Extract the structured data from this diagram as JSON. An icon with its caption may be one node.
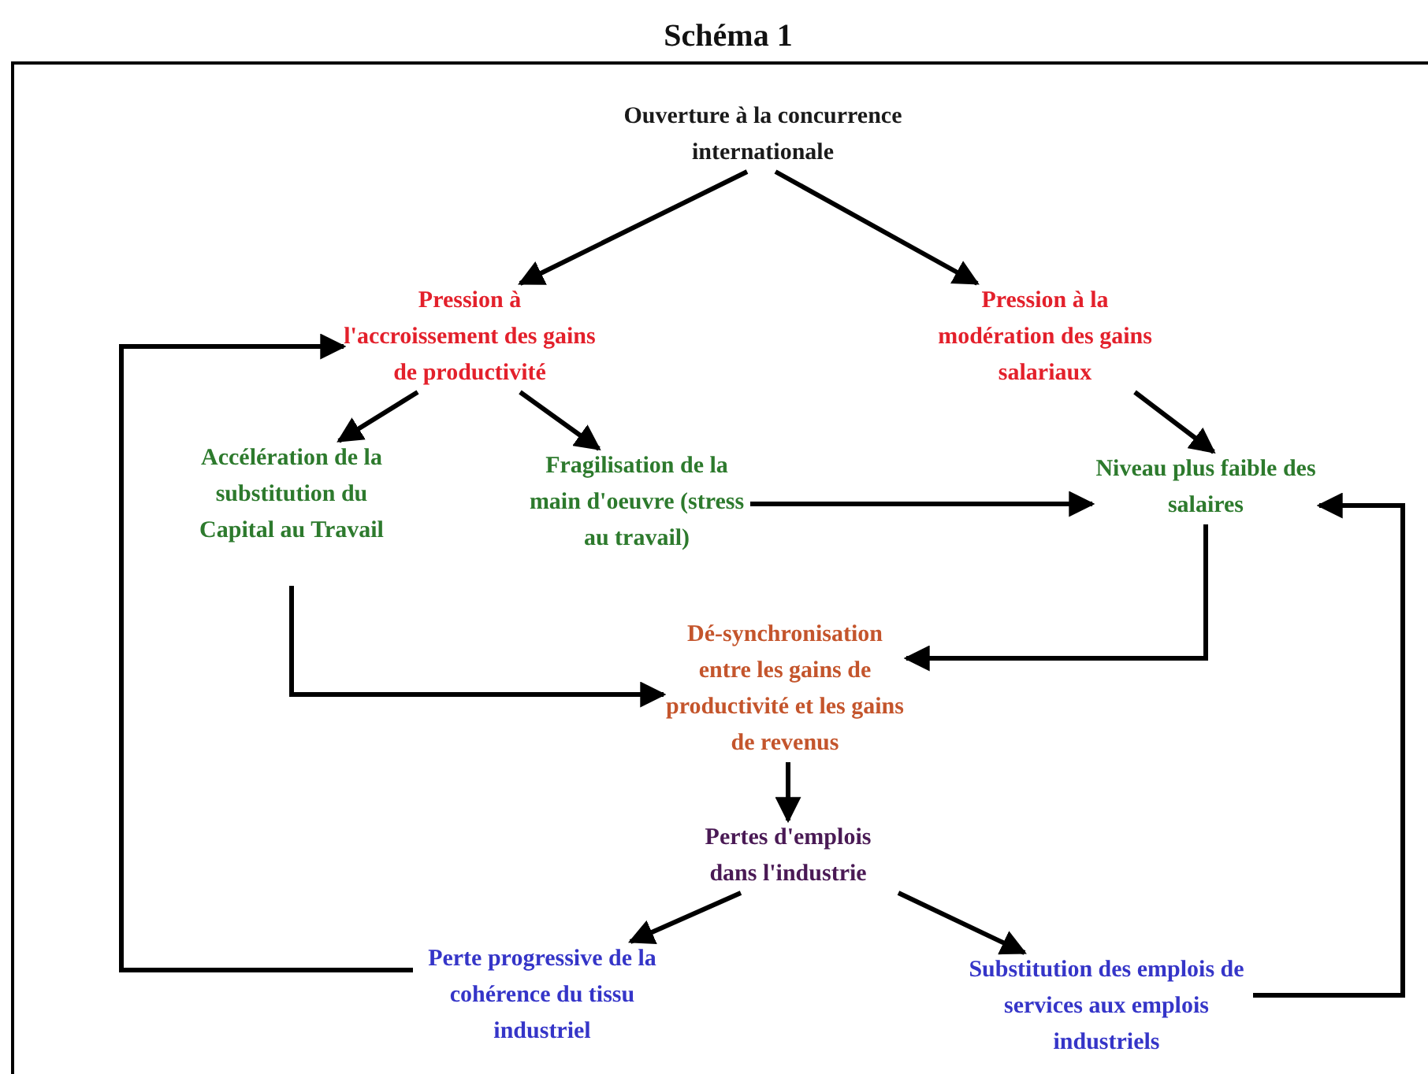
{
  "diagram": {
    "title": "Schéma 1",
    "nodes": [
      {
        "text": [
          "Ouverture à la concurrence internationale"
        ]
      },
      {
        "text": [
          "Pression à l'accroissement des gains de productivité"
        ]
      },
      {
        "text": [
          "Pression à la modération des gains salariaux"
        ]
      },
      {
        "text": [
          "Accélération de la substitution du Capital au Travail"
        ]
      },
      {
        "text": [
          "Fragilisation de la main d'oeuvre (stress au travail)"
        ]
      },
      {
        "text": [
          "Niveau plus faible des salaires"
        ]
      },
      {
        "text": [
          "Dé-synchronisation entre les gains de productivité et les gains de revenus"
        ]
      },
      {
        "text": [
          "Pertes d'emplois dans l'industrie"
        ]
      },
      {
        "text": [
          "Perte progressive de la cohérence du tissu industriel"
        ]
      },
      {
        "text": [
          "Substitution des emplois de services aux emplois industriels"
        ]
      }
    ],
    "edges": [
      {
        "from": 0,
        "to": 1,
        "arrow": "to"
      },
      {
        "from": 0,
        "to": 2,
        "arrow": "to"
      },
      {
        "from": 1,
        "to": 3,
        "arrow": "to"
      },
      {
        "from": 1,
        "to": 4,
        "arrow": "to"
      },
      {
        "from": 2,
        "to": 5,
        "arrow": "to"
      },
      {
        "from": 4,
        "to": 5,
        "arrow": "to"
      },
      {
        "from": 3,
        "to": 6,
        "arrow": "to"
      },
      {
        "from": 5,
        "to": 6,
        "arrow": "to"
      },
      {
        "from": 6,
        "to": 7,
        "arrow": "to"
      },
      {
        "from": 7,
        "to": 8,
        "arrow": "to"
      },
      {
        "from": 7,
        "to": 9,
        "arrow": "to"
      },
      {
        "from": 8,
        "to": 1,
        "arrow": "to"
      },
      {
        "from": 9,
        "to": 5,
        "arrow": "to"
      }
    ]
  }
}
